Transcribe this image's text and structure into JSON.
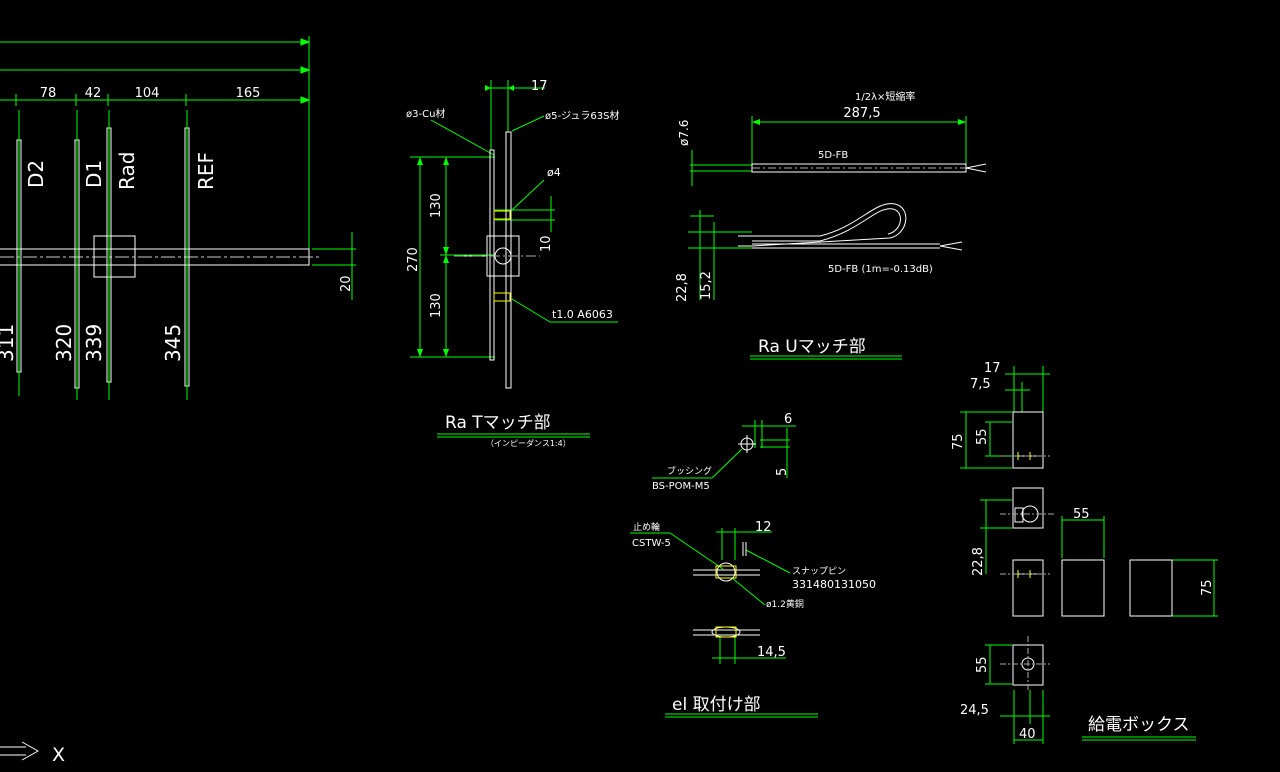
{
  "colors": {
    "background": "#000000",
    "dimension": "#00ff00",
    "object": "#ffffff",
    "text": "#ffffff",
    "label": "#ffff00",
    "centerline": "#cccccc"
  },
  "antenna": {
    "dims_top": [
      "78",
      "42",
      "104",
      "165"
    ],
    "dim_right": "20",
    "elements": [
      "D2",
      "D1",
      "Rad",
      "REF"
    ],
    "lengths": [
      "311",
      "320",
      "339",
      "345"
    ]
  },
  "t_match": {
    "dim_top": "17",
    "note_cu": "ø3-Cu材",
    "note_dura": "ø5-ジュラ63S材",
    "note_hole": "ø4",
    "dim_total": "270",
    "dim_upper": "130",
    "dim_lower": "130",
    "dim_gap": "10",
    "note_plate": "t1.0  A6063",
    "title": "Ra  Tマッチ部",
    "subtitle": "（インピーダンス1:4）"
  },
  "u_match": {
    "dim_dia": "ø7.6",
    "note_half_wave": "1/2λ×短縮率",
    "dim_length": "287,5",
    "cable_label": "5D-FB",
    "dim_outer": "22,8",
    "dim_inner": "15,2",
    "cable_note": "5D-FB  (1m=-0.13dB)",
    "title": "Ra  Uマッチ部"
  },
  "bushing": {
    "dim_width": "6",
    "dim_height": "5",
    "label": "ブッシング",
    "part": "BS-POM-M5"
  },
  "el_mount": {
    "label_stop": "止め輪",
    "part_stop": "CSTW-5",
    "dim_top": "12",
    "label_pin": "スナップピン",
    "part_pin": "331480131050",
    "label_wire": "ø1.2黄銅",
    "dim_bottom": "14,5",
    "title": "el  取付け部"
  },
  "feed_box": {
    "dim_width": "17",
    "dim_offset": "7,5",
    "dim_height_outer": "75",
    "dim_height_inner": "55",
    "dim_side_height": "22,8",
    "dim_side_width": "55",
    "dim_right_height": "75",
    "dim_bottom_inner": "55",
    "dim_bottom_offset": "24,5",
    "dim_bottom_width": "40",
    "title": "給電ボックス"
  },
  "ucs": {
    "axis_label": "X"
  }
}
